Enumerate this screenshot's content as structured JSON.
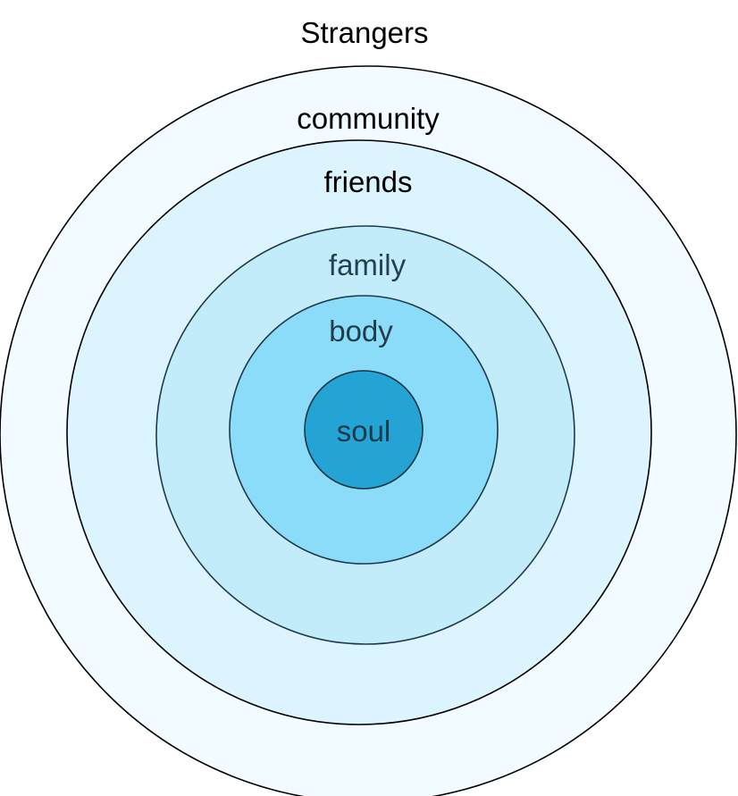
{
  "diagram": {
    "outer_label": "Strangers",
    "rings": [
      {
        "label": "community",
        "fill": "#f2fbff",
        "stroke": "#000000",
        "text_color": "#000000"
      },
      {
        "label": "friends",
        "fill": "#dbf4fd",
        "stroke": "#000000",
        "text_color": "#000000"
      },
      {
        "label": "family",
        "fill": "#c3ecfb",
        "stroke": "#1e3a4a",
        "text_color": "#254150"
      },
      {
        "label": "body",
        "fill": "#8bdcf8",
        "stroke": "#1e3a4a",
        "text_color": "#223c4a"
      },
      {
        "label": "soul",
        "fill": "#24a4d4",
        "stroke": "#1a3442",
        "text_color": "#1d3a48"
      }
    ]
  }
}
